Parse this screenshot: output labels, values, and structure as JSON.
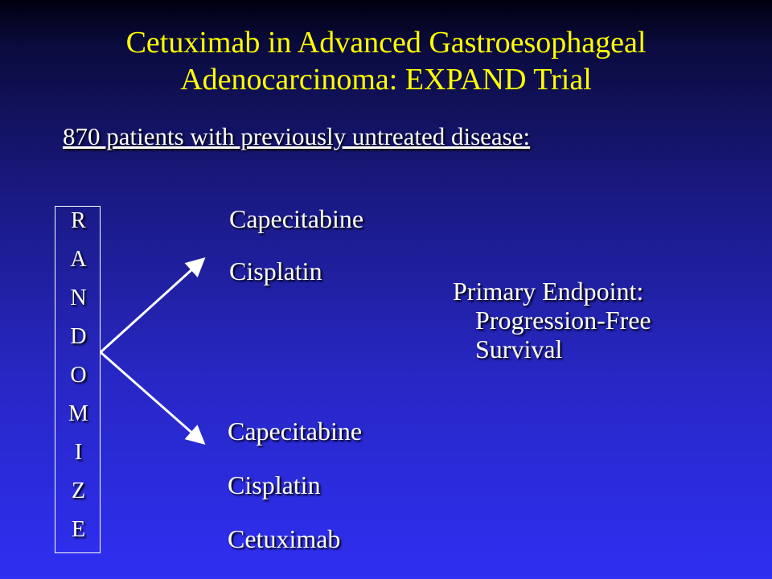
{
  "slide": {
    "title_line1": "Cetuximab in Advanced Gastroesophageal",
    "title_line2": "Adenocarcinoma: EXPAND Trial",
    "subtitle": "870 patients with previously untreated disease:",
    "randomize_letters": [
      "R",
      "A",
      "N",
      "D",
      "O",
      "M",
      "I",
      "Z",
      "E"
    ],
    "arm_top": [
      "Capecitabine",
      "Cisplatin"
    ],
    "arm_bottom": [
      "Capecitabine",
      "Cisplatin",
      "Cetuximab"
    ],
    "endpoint_label": "Primary Endpoint:",
    "endpoint_value_line1": "Progression-Free",
    "endpoint_value_line2": "Survival"
  },
  "colors": {
    "title": "#ffff00",
    "text": "#ffffff",
    "background_top": "#000010",
    "background_bottom": "#2f2ff2"
  }
}
